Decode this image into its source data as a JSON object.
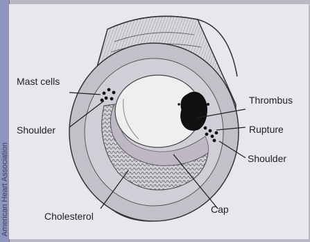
{
  "credit": "American Heart Association",
  "labels": {
    "mast_cells": "Mast cells",
    "shoulder_left": "Shoulder",
    "cholesterol": "Cholesterol",
    "thrombus": "Thrombus",
    "rupture": "Rupture",
    "shoulder_right": "Shoulder",
    "cap": "Cap"
  },
  "colors": {
    "panel": "#e9e6ed",
    "vessel_wall": "#c4c0ca",
    "lumen": "#eef0ef",
    "thrombus": "#111111",
    "line": "#222222"
  }
}
